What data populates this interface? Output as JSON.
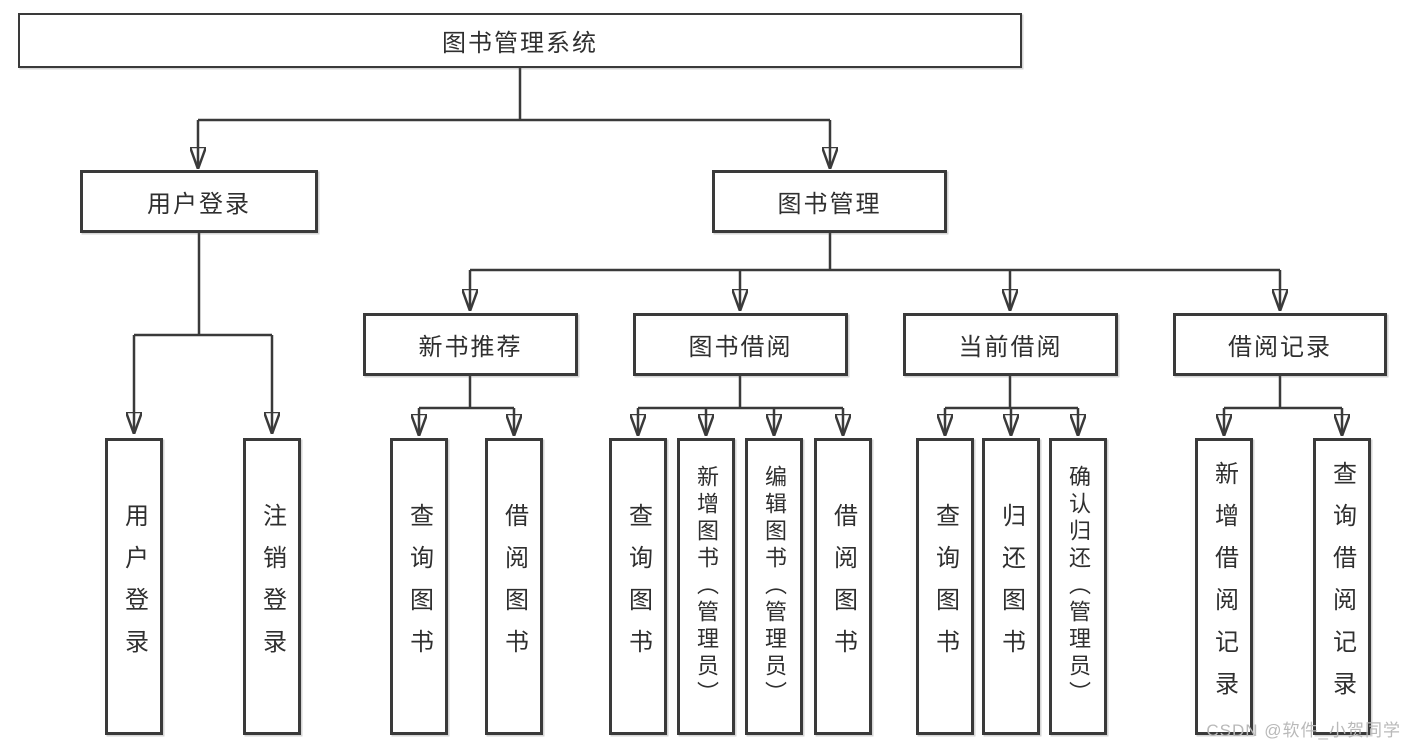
{
  "tree": {
    "root": "图书管理系统",
    "level2": [
      "用户登录",
      "图书管理"
    ],
    "level3": [
      "新书推荐",
      "图书借阅",
      "当前借阅",
      "借阅记录"
    ],
    "leaves_user_login": [
      "用户登录",
      "注销登录"
    ],
    "leaves_new_books": [
      "查询图书",
      "借阅图书"
    ],
    "leaves_book_borrow": [
      "查询图书",
      "新增图书（管理员）",
      "编辑图书（管理员）",
      "借阅图书"
    ],
    "leaves_current_borrow": [
      "查询图书",
      "归还图书",
      "确认归还（管理员）"
    ],
    "leaves_borrow_records": [
      "新增借阅记录",
      "查询借阅记录"
    ]
  },
  "watermark": "CSDN @软件_小贺同学",
  "colors": {
    "line": "#3a3a3a",
    "border": "#3a3a3a",
    "text": "#2f2f2f",
    "watermark": "#b9b9b9",
    "background": "#ffffff"
  }
}
